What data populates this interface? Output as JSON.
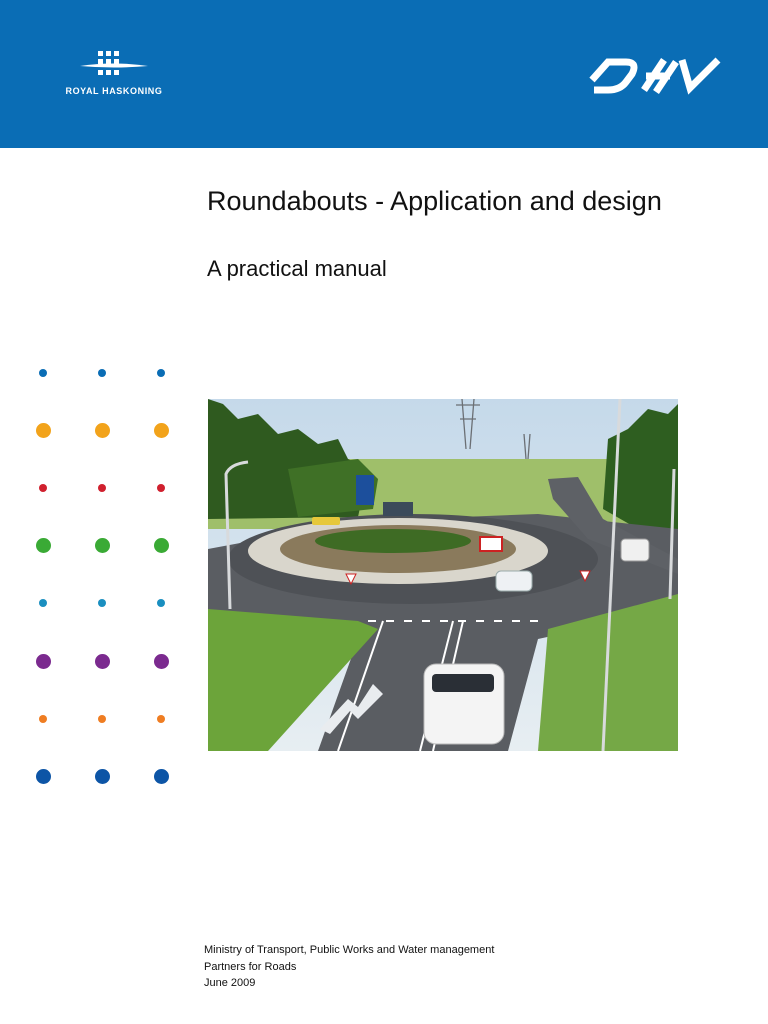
{
  "header": {
    "background_color": "#0a6db5",
    "left_logo": {
      "name": "royal-haskoning-logo",
      "text": "ROYAL HASKONING"
    },
    "right_logo": {
      "name": "dhv-logo",
      "text": "DHV"
    }
  },
  "title": "Roundabouts - Application and design",
  "subtitle": "A practical manual",
  "dot_rows": [
    {
      "color": "#0a6db5",
      "size": "small"
    },
    {
      "color": "#f2a31b",
      "size": "large"
    },
    {
      "color": "#d0202e",
      "size": "small"
    },
    {
      "color": "#3aaa35",
      "size": "large"
    },
    {
      "color": "#1a8fc0",
      "size": "small"
    },
    {
      "color": "#7b2a8f",
      "size": "large"
    },
    {
      "color": "#ef7d22",
      "size": "small"
    },
    {
      "color": "#0d55a6",
      "size": "large"
    }
  ],
  "photo": {
    "name": "roundabout-photo"
  },
  "footer": {
    "line1": "Ministry of Transport, Public Works and Water management",
    "line2": "Partners for Roads",
    "line3": "June 2009"
  }
}
